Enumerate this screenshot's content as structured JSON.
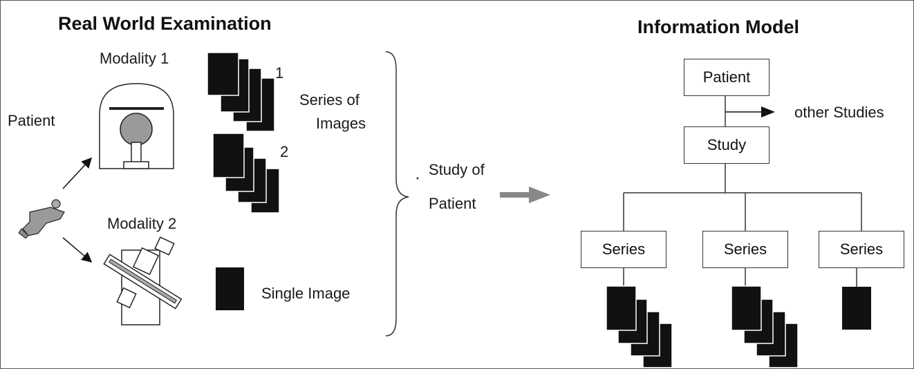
{
  "real_world": {
    "heading": "Real World Examination",
    "modality_1": "Modality 1",
    "modality_2": "Modality 2",
    "patient": "Patient",
    "series_num_1": "1",
    "series_num_2": "2",
    "series_of_images_line1": "Series of",
    "series_of_images_line2": "Images",
    "single_image": "Single Image"
  },
  "transition": {
    "study_of": "Study of",
    "patient": "Patient"
  },
  "information_model": {
    "heading": "Information Model",
    "patient_box": "Patient",
    "other_studies": "other Studies",
    "study_box": "Study",
    "series_boxes": [
      "Series",
      "Series",
      "Series"
    ]
  }
}
